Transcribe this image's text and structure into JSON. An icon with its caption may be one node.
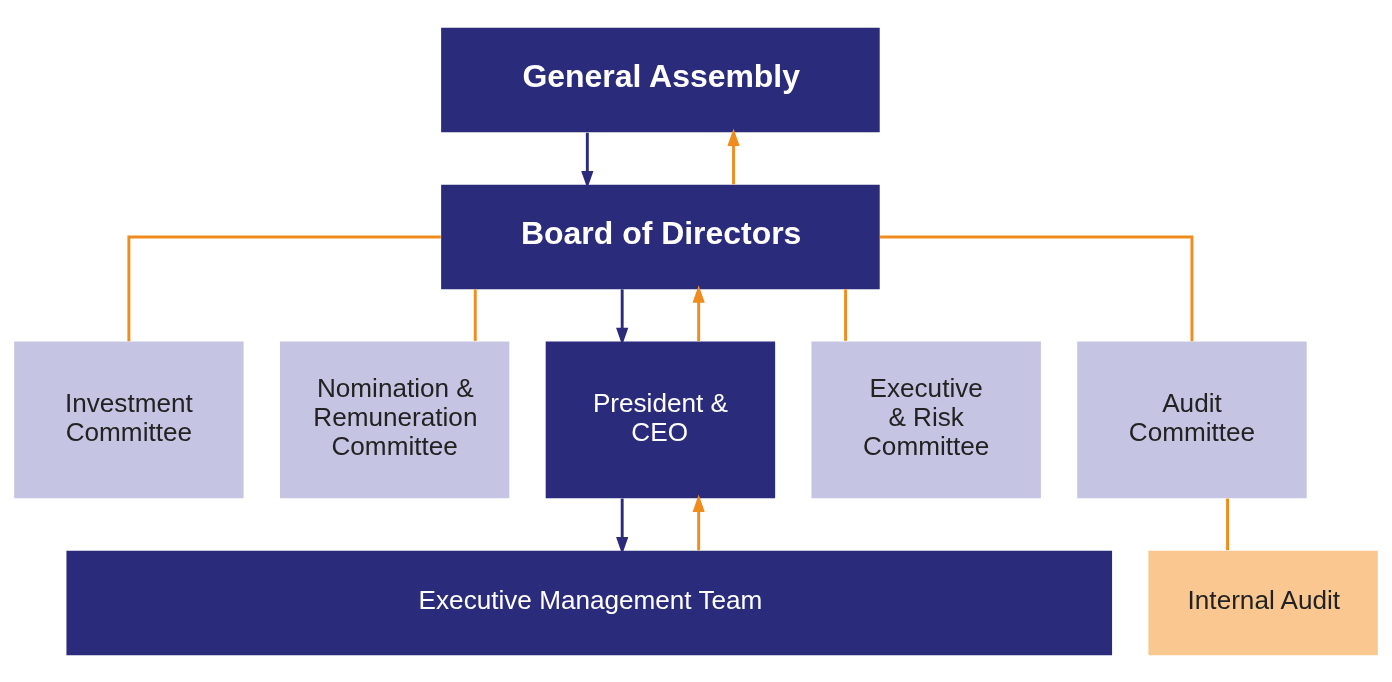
{
  "diagram": {
    "nodes": [
      {
        "text": [
          "General Assembly"
        ]
      },
      {
        "text": [
          "Board of Directors"
        ]
      },
      {
        "text": [
          "Investment Committee"
        ]
      },
      {
        "text": [
          "Nomination & Remuneration Committee"
        ]
      },
      {
        "text": [
          "President & CEO"
        ]
      },
      {
        "text": [
          "Executive & Risk Committee"
        ]
      },
      {
        "text": [
          "Audit Committee"
        ]
      },
      {
        "text": [
          "Executive Management Team"
        ]
      },
      {
        "text": [
          "Internal Audit"
        ]
      }
    ],
    "edges": [
      {
        "from": 1,
        "to": 0,
        "arrow": "to"
      },
      {
        "from": 0,
        "to": 1,
        "arrow": "to",
        "color": "#2b2b7b"
      },
      {
        "from": 1,
        "to": 2,
        "arrow": "none"
      },
      {
        "from": 1,
        "to": 3,
        "arrow": "none"
      },
      {
        "from": 4,
        "to": 1,
        "arrow": "to"
      },
      {
        "from": 1,
        "to": 4,
        "arrow": "to",
        "color": "#2b2b7b"
      },
      {
        "from": 1,
        "to": 5,
        "arrow": "none"
      },
      {
        "from": 1,
        "to": 6,
        "arrow": "none"
      },
      {
        "from": 7,
        "to": 4,
        "arrow": "to"
      },
      {
        "from": 4,
        "to": 7,
        "arrow": "to",
        "color": "#2b2b7b"
      },
      {
        "from": 6,
        "to": 8,
        "arrow": "none"
      }
    ]
  }
}
